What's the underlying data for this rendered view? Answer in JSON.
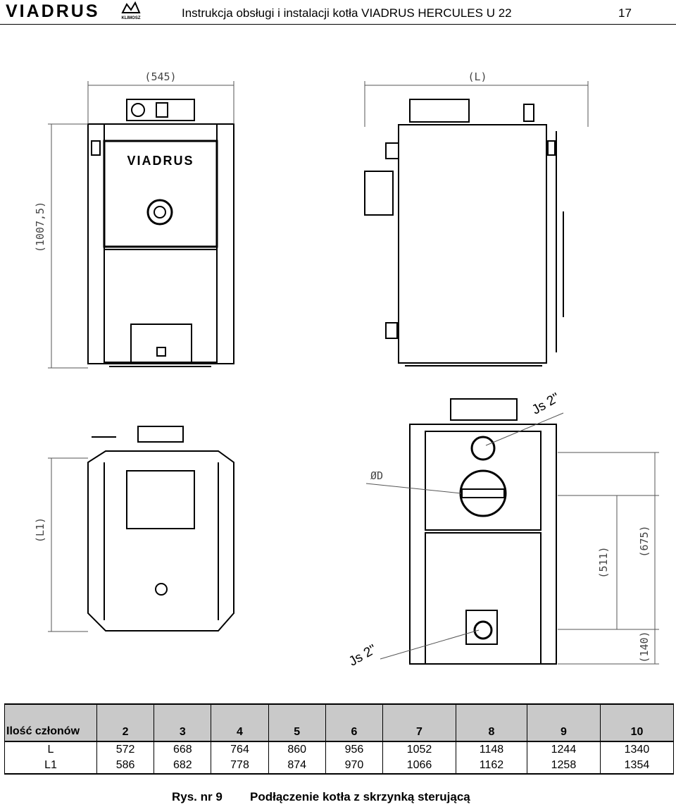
{
  "header": {
    "logo_text": "VIADRUS",
    "logo_sub": "KLIMOSZ",
    "title": "Instrukcja obsługi i instalacji kotła VIADRUS HERCULES U 22",
    "page_number": "17"
  },
  "drawing": {
    "dim_width": "(545)",
    "dim_length": "(L)",
    "dim_height": "(1007,5)",
    "dim_l1": "(L1)",
    "dim_511": "(511)",
    "dim_675": "(675)",
    "dim_140": "(140)",
    "dim_diameter": "ØD",
    "label_js_top": "Js 2\"",
    "label_js_bottom": "Js 2\"",
    "boiler_logo": "VIADRUS"
  },
  "table": {
    "header_label": "Ilość członów",
    "columns": [
      "2",
      "3",
      "4",
      "5",
      "6",
      "7",
      "8",
      "9",
      "10"
    ],
    "rows": [
      {
        "label": "L",
        "values": [
          "572",
          "668",
          "764",
          "860",
          "956",
          "1052",
          "1148",
          "1244",
          "1340"
        ]
      },
      {
        "label": "L1",
        "values": [
          "586",
          "682",
          "778",
          "874",
          "970",
          "1066",
          "1162",
          "1258",
          "1354"
        ]
      }
    ]
  },
  "caption": {
    "number": "Rys. nr 9",
    "text": "Podłączenie kotła z skrzynką sterującą"
  }
}
